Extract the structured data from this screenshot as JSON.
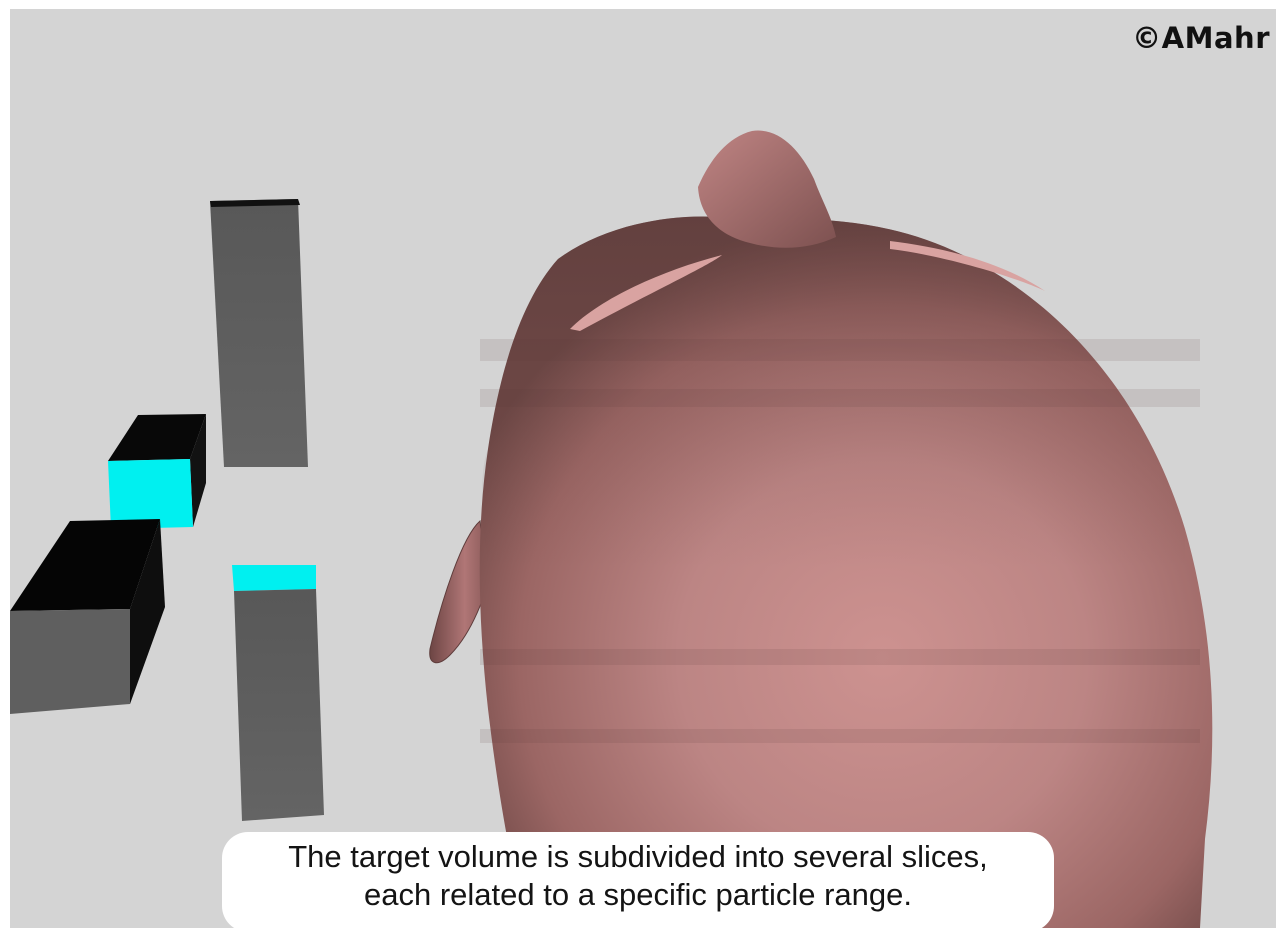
{
  "watermark": {
    "text": "©AMahr"
  },
  "caption": {
    "line1": "The target volume is subdivided into several slices,",
    "line2": "each related to a specific particle range."
  },
  "colors": {
    "background": "#d4d4d4",
    "range_shifter_front": "#5f5f5f",
    "range_shifter_top": "#000000",
    "highlight": "#00f0f0",
    "head_skin": "#b27a7a"
  }
}
